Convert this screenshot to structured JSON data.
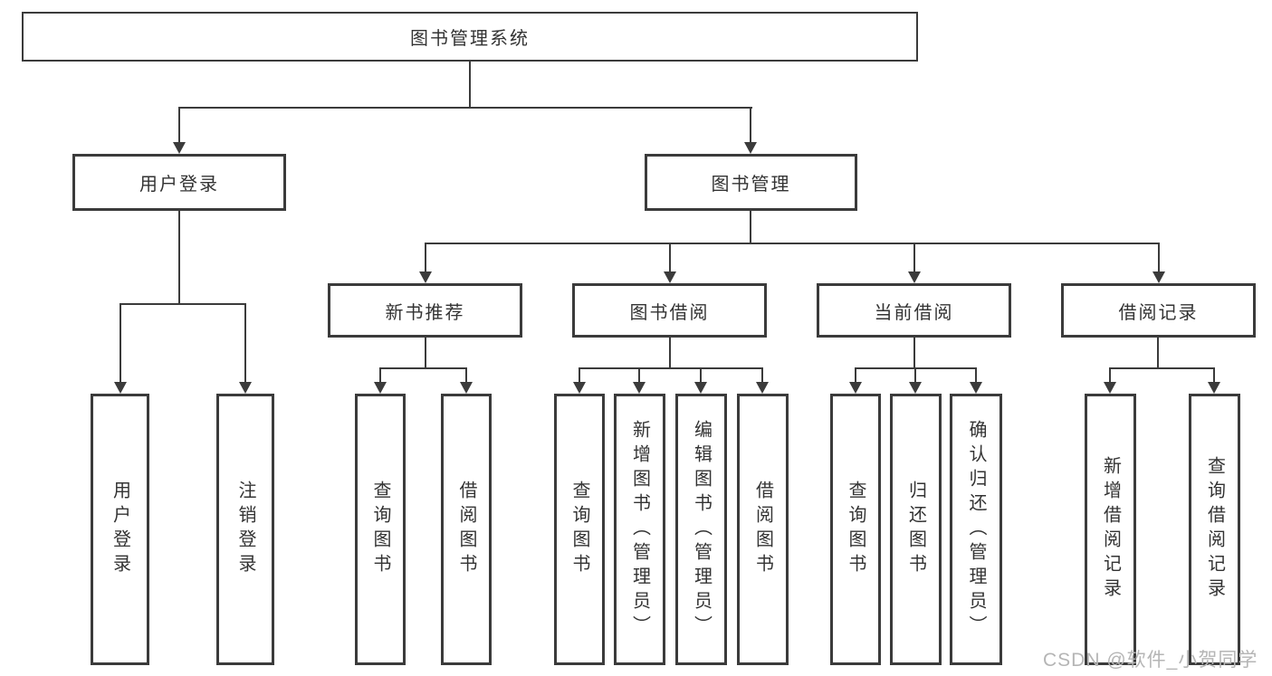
{
  "diagram": {
    "root": "图书管理系统",
    "user_branch": {
      "label": "用户登录",
      "children": [
        "用户登录",
        "注销登录"
      ]
    },
    "mgmt_branch": {
      "label": "图书管理",
      "groups": [
        {
          "label": "新书推荐",
          "children": [
            "查询图书",
            "借阅图书"
          ]
        },
        {
          "label": "图书借阅",
          "children": [
            "查询图书",
            "新增图书（管理员）",
            "编辑图书（管理员）",
            "借阅图书"
          ]
        },
        {
          "label": "当前借阅",
          "children": [
            "查询图书",
            "归还图书",
            "确认归还（管理员）"
          ]
        },
        {
          "label": "借阅记录",
          "children": [
            "新增借阅记录",
            "查询借阅记录"
          ]
        }
      ]
    },
    "watermark": "CSDN @软件_小贺同学"
  },
  "colors": {
    "line": "#3b3b3b",
    "text": "#333333",
    "background": "#ffffff",
    "watermark": "#b5b5b5"
  }
}
